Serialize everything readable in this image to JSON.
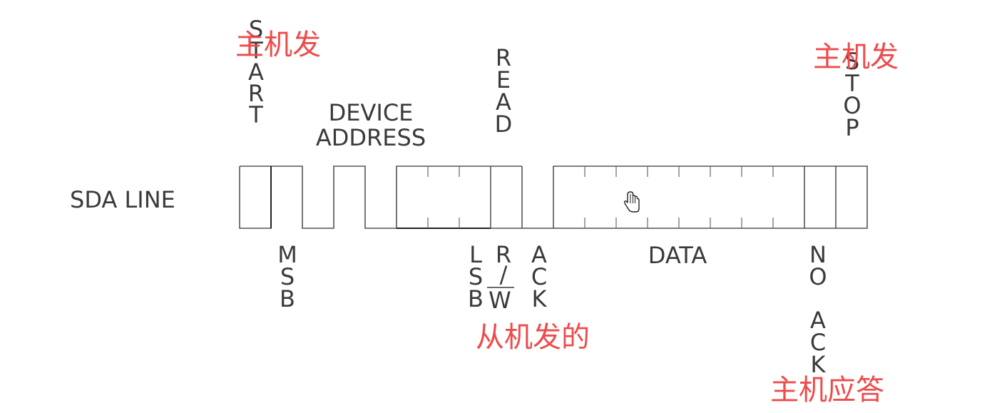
{
  "labels": {
    "sda_line": "SDA LINE",
    "start": "START",
    "device_address_1": "DEVICE",
    "device_address_2": "ADDRESS",
    "read": "READ",
    "stop": "STOP",
    "msb": "MSB",
    "lsb": "LSB",
    "rw_r": "R",
    "rw_slash": "/",
    "rw_w": "W",
    "ack": "ACK",
    "data": "DATA",
    "no": "NO",
    "no_ack": "ACK"
  },
  "annotations": {
    "master_sends_start": "主机发",
    "master_sends_stop": "主机发",
    "slave_sends": "从机发的",
    "master_ack": "主机应答"
  },
  "colors": {
    "annotation": "#ee4b4b",
    "text": "#3a3a3a",
    "waveform": "#555555"
  },
  "cursor_icon": "hand-pointer-icon"
}
